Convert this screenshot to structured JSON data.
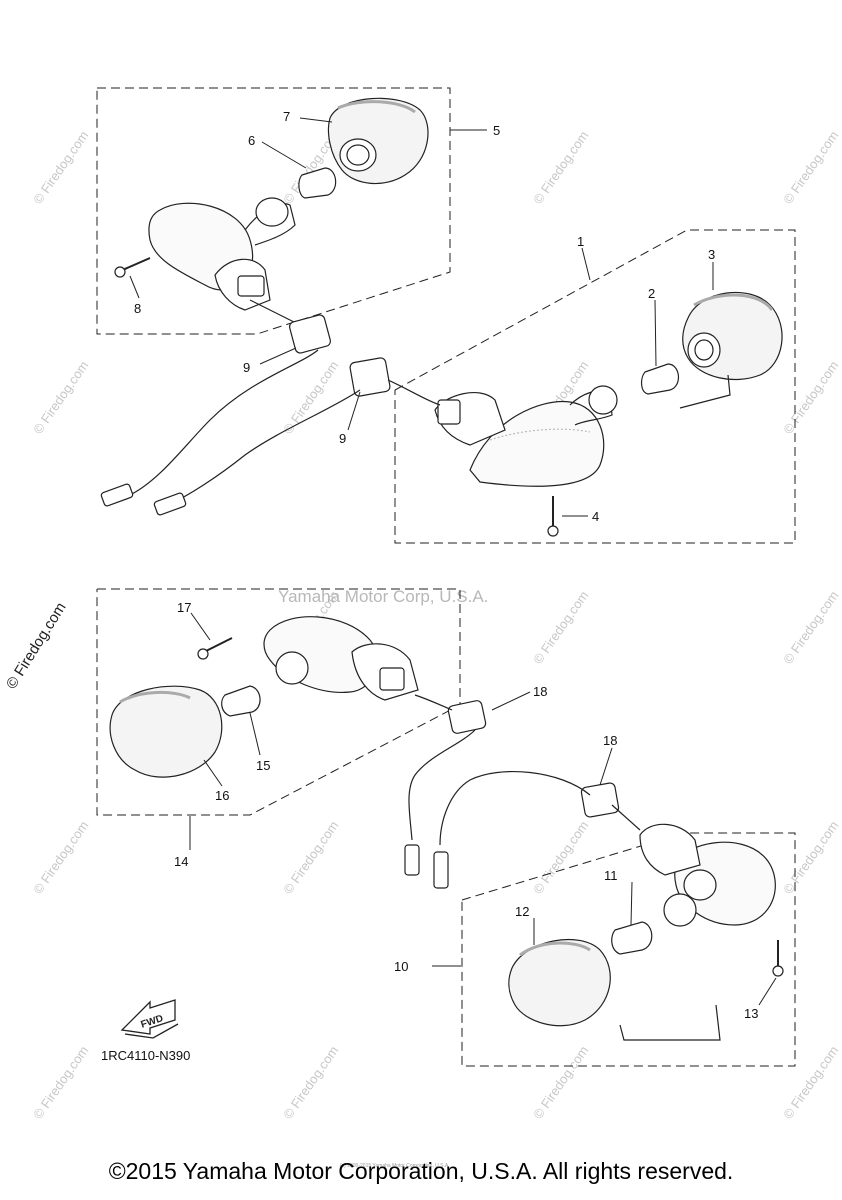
{
  "callouts": [
    "1",
    "2",
    "3",
    "4",
    "5",
    "6",
    "7",
    "8",
    "9",
    "9",
    "10",
    "11",
    "12",
    "13",
    "14",
    "15",
    "16",
    "17",
    "18",
    "18"
  ],
  "fwd_label": "FWD",
  "part_code": "1RC4110-N390",
  "watermark_center": "Yamaha Motor Corp, U.S.A.",
  "watermark_side": "© Firedog.com",
  "watermark_tile": "© Firedog.com",
  "tiny_copyright": "(c) 2000-2015 Yamaha Motor Corporation, U.S.A.",
  "footer": "©2015 Yamaha Motor Corporation, U.S.A. All rights reserved."
}
